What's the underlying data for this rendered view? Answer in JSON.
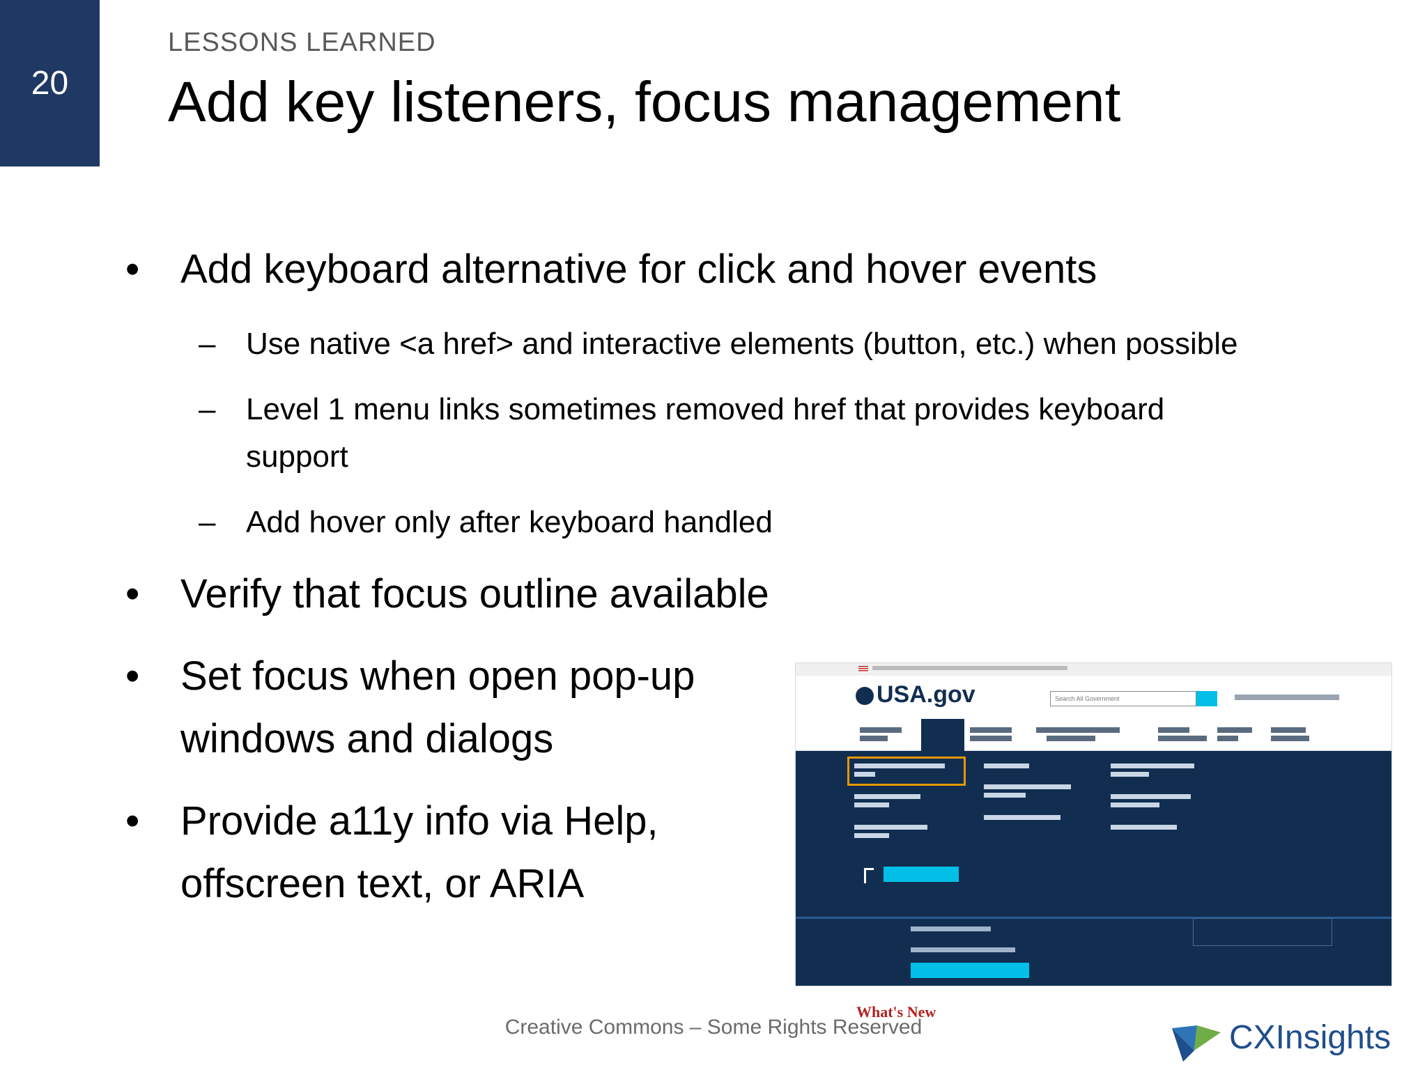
{
  "slide": {
    "number": "20",
    "section": "LESSONS LEARNED",
    "title": "Add key listeners, focus management"
  },
  "bullets": [
    {
      "text": "Add keyboard alternative for click and hover events",
      "subs": [
        "Use native <a href> and interactive elements (button, etc.) when possible",
        "Level 1 menu links sometimes removed href that provides keyboard",
        "support",
        "Add hover only after keyboard handled"
      ]
    },
    {
      "text": "Verify that focus outline available"
    },
    {
      "lines": [
        "Set focus when open pop-up",
        "windows and dialogs"
      ]
    },
    {
      "lines": [
        "Provide a11y info via Help,",
        "offscreen text, or ARIA"
      ]
    }
  ],
  "screenshot": {
    "logo": "USA.gov",
    "search_placeholder": "Search All Government"
  },
  "footer": {
    "license": "Creative Commons – Some Rights Reserved",
    "whats_new": "What's New",
    "brand": "CXInsights"
  },
  "colors": {
    "slide_number_bg": "#1f3864",
    "brand": "#1f4e8c",
    "usagov_navy": "#112e51",
    "usagov_cyan": "#02bfe7",
    "focus_outline": "#e59700"
  }
}
